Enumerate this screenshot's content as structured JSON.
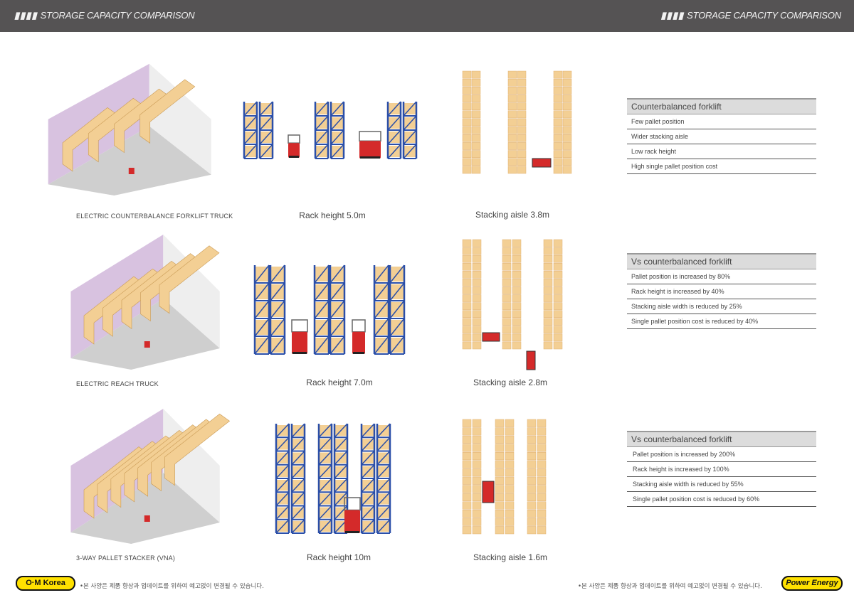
{
  "header": {
    "bars": "▮▮▮▮",
    "title_left": "STORAGE CAPACITY COMPARISON",
    "title_right": "STORAGE CAPACITY COMPARISON"
  },
  "rows": [
    {
      "truck": "ELECTRIC COUNTERBALANCE FORKLIFT TRUCK",
      "rack_caption": "Rack height 5.0m",
      "aisle_caption": "Stacking aisle 3.8m",
      "table": {
        "title": "Counterbalanced forklift",
        "items": [
          "Few pallet position",
          "Wider stacking aisle",
          "Low rack height",
          "High single pallet position cost"
        ]
      }
    },
    {
      "truck": "ELECTRIC REACH TRUCK",
      "rack_caption": "Rack height 7.0m",
      "aisle_caption": "Stacking aisle 2.8m",
      "table": {
        "title": "Vs counterbalanced forklift",
        "items": [
          "Pallet position is increased by 80%",
          "Rack height is increased by 40%",
          "Stacking aisle width is reduced by 25%",
          "Single pallet position cost is reduced by 40%"
        ]
      }
    },
    {
      "truck": "3-WAY PALLET STACKER (VNA)",
      "rack_caption": "Rack height 10m",
      "aisle_caption": "Stacking aisle 1.6m",
      "table": {
        "title": "Vs counterbalanced forklift",
        "items": [
          "Pallet position is increased by 200%",
          "Rack height is increased by 100%",
          "Stacking aisle width is reduced by 55%",
          "Single pallet position cost is reduced by 60%"
        ]
      }
    }
  ],
  "footer": {
    "logo_left": "O·M Korea",
    "logo_right": "Power Energy",
    "note": "•본 사양은 제품 향상과 업데이트를 위하여 예고없이 변경될 수 있습니다."
  },
  "colors": {
    "header": "#555354",
    "rack_blue": "#2b4fa8",
    "pallet": "#f3cf94",
    "forklift": "#d42a2a",
    "wall": "#d8c2e0",
    "logo_yellow": "#ffe100"
  }
}
